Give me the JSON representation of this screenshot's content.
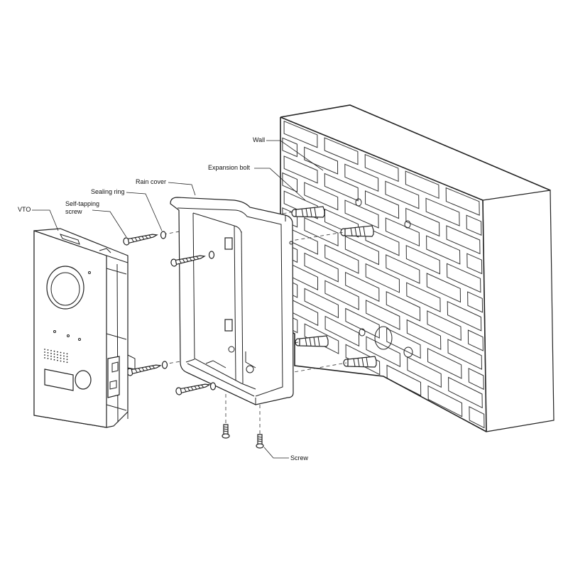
{
  "labels": {
    "wall": "Wall",
    "expansion_bolt": "Expansion bolt",
    "rain_cover": "Rain cover",
    "sealing_ring": "Sealing ring",
    "self_tapping_screw": [
      "Self-tapping",
      "screw"
    ],
    "vto": "VTO",
    "screw": "Screw"
  }
}
